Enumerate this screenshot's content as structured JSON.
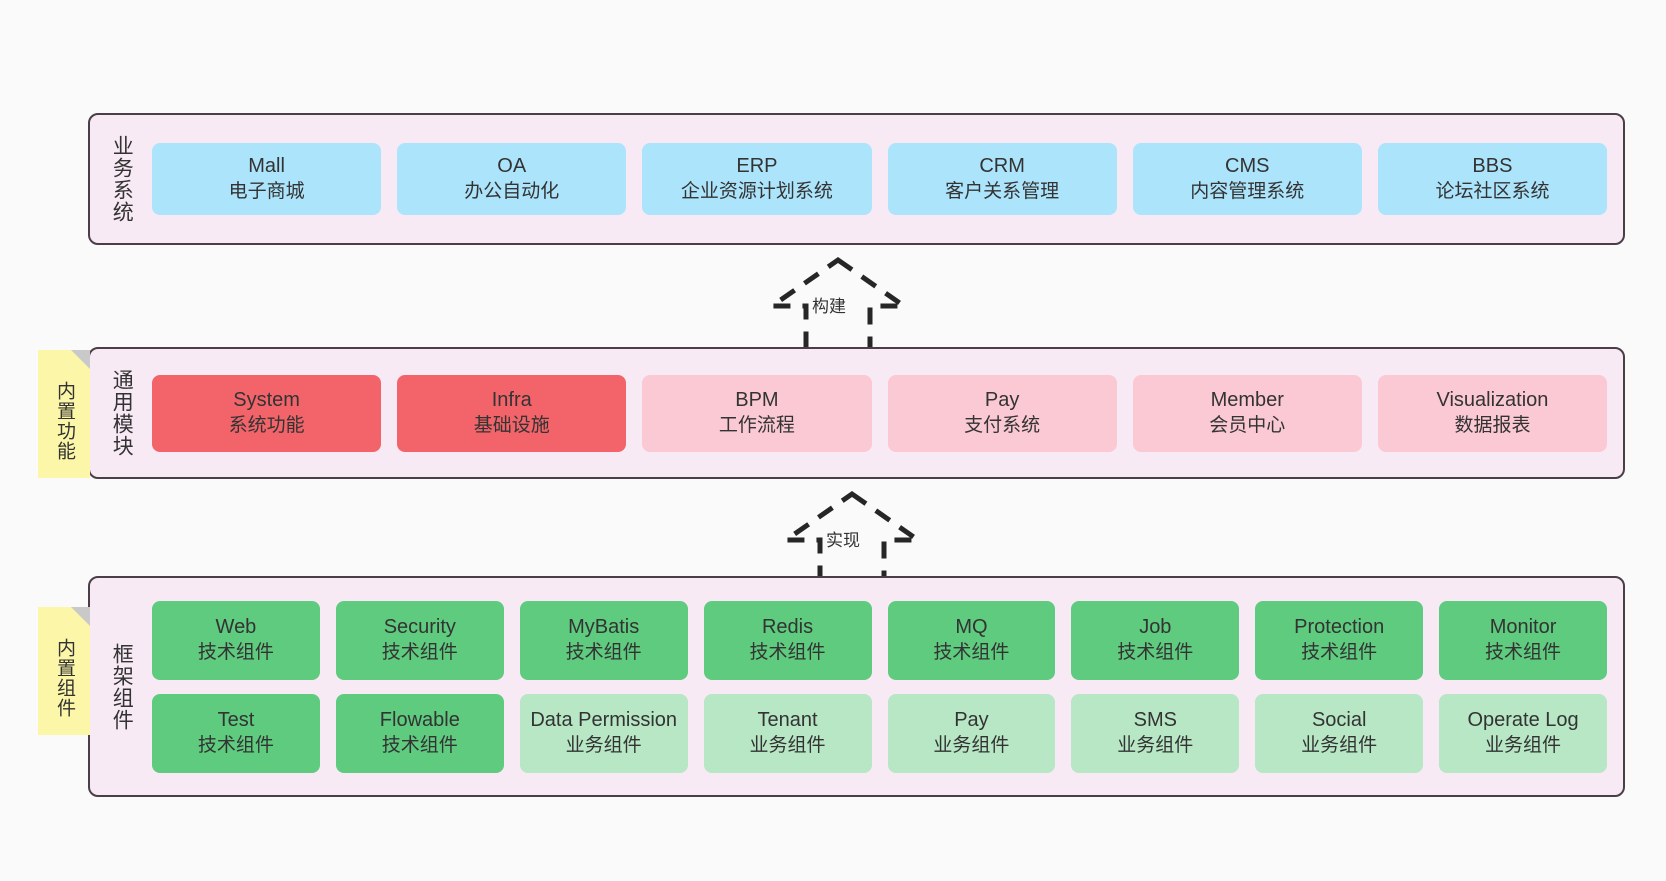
{
  "diagram": {
    "background": "#fafafa",
    "layer_fill": "#f8eaf4",
    "layer_border": "#4a3f47",
    "colors": {
      "blue": "#ace4fb",
      "red": "#f2646a",
      "pink": "#fbc9d4",
      "green": "#5ecb7f",
      "light_green": "#b7e7c4",
      "sticky_yellow": "#fcf7a8",
      "fold_gray": "#c9c9c9"
    }
  },
  "layers": {
    "business": {
      "title": "业务系统",
      "cards": [
        {
          "name": "Mall",
          "desc": "电子商城"
        },
        {
          "name": "OA",
          "desc": "办公自动化"
        },
        {
          "name": "ERP",
          "desc": "企业资源计划系统"
        },
        {
          "name": "CRM",
          "desc": "客户关系管理"
        },
        {
          "name": "CMS",
          "desc": "内容管理系统"
        },
        {
          "name": "BBS",
          "desc": "论坛社区系统"
        }
      ]
    },
    "modules": {
      "title": "通用模块",
      "cards": [
        {
          "name": "System",
          "desc": "系统功能"
        },
        {
          "name": "Infra",
          "desc": "基础设施"
        },
        {
          "name": "BPM",
          "desc": "工作流程"
        },
        {
          "name": "Pay",
          "desc": "支付系统"
        },
        {
          "name": "Member",
          "desc": "会员中心"
        },
        {
          "name": "Visualization",
          "desc": "数据报表"
        }
      ]
    },
    "framework": {
      "title": "框架组件",
      "row1": [
        {
          "name": "Web",
          "desc": "技术组件"
        },
        {
          "name": "Security",
          "desc": "技术组件"
        },
        {
          "name": "MyBatis",
          "desc": "技术组件"
        },
        {
          "name": "Redis",
          "desc": "技术组件"
        },
        {
          "name": "MQ",
          "desc": "技术组件"
        },
        {
          "name": "Job",
          "desc": "技术组件"
        },
        {
          "name": "Protection",
          "desc": "技术组件"
        },
        {
          "name": "Monitor",
          "desc": "技术组件"
        }
      ],
      "row2": [
        {
          "name": "Test",
          "desc": "技术组件"
        },
        {
          "name": "Flowable",
          "desc": "技术组件"
        },
        {
          "name": "Data Permission",
          "desc": "业务组件"
        },
        {
          "name": "Tenant",
          "desc": "业务组件"
        },
        {
          "name": "Pay",
          "desc": "业务组件"
        },
        {
          "name": "SMS",
          "desc": "业务组件"
        },
        {
          "name": "Social",
          "desc": "业务组件"
        },
        {
          "name": "Operate Log",
          "desc": "业务组件"
        }
      ]
    }
  },
  "sticky_notes": [
    {
      "label": "内置功能"
    },
    {
      "label": "内置组件"
    }
  ],
  "arrows": [
    {
      "label": "构建",
      "style": "dashed-hollow-up"
    },
    {
      "label": "实现",
      "style": "dashed-hollow-up"
    }
  ]
}
